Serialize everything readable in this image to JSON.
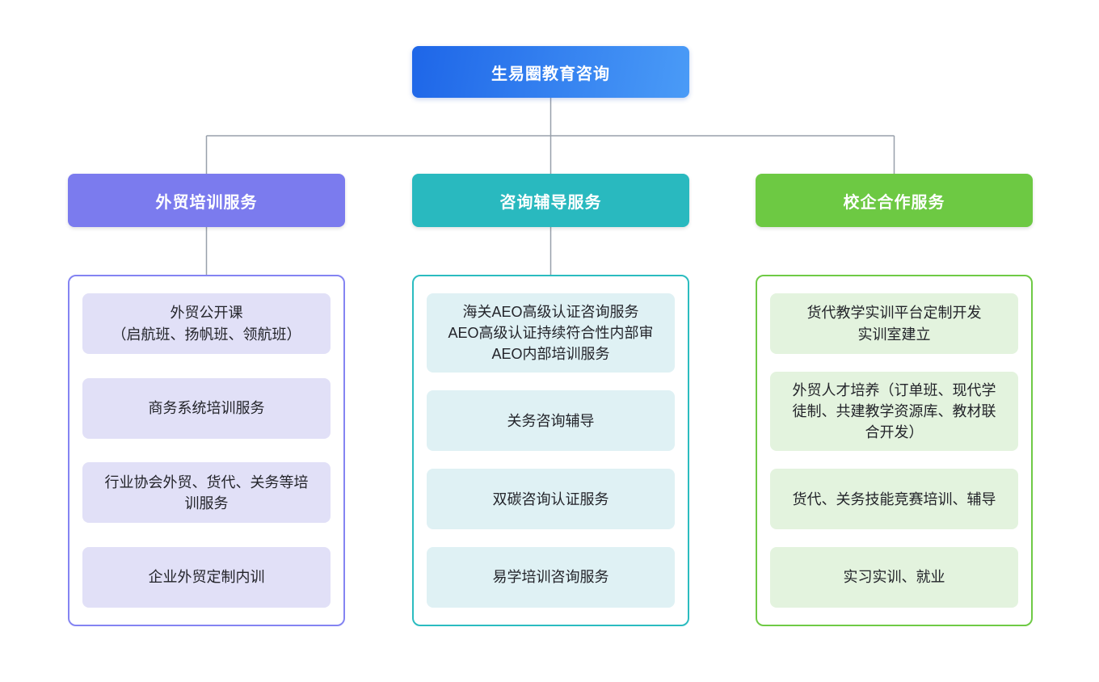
{
  "root": {
    "label": "生易圈教育咨询"
  },
  "root_gradient": {
    "from": "#1E66E8",
    "to": "#4A9BF7"
  },
  "connector_color": "#98A0AB",
  "branches": [
    {
      "id": "foreign-trade-training",
      "label": "外贸培训服务",
      "header_color": "#7B7BEE",
      "border_color": "#8484F2",
      "item_bg": "#E1E0F7",
      "items": [
        "外贸公开课\n（启航班、扬帆班、领航班）",
        "商务系统培训服务",
        "行业协会外贸、货代、关务等培训服务",
        "企业外贸定制内训"
      ]
    },
    {
      "id": "consulting-coaching",
      "label": "咨询辅导服务",
      "header_color": "#29B9BF",
      "border_color": "#2BBCC0",
      "item_bg": "#DFF1F4",
      "items": [
        "海关AEO高级认证咨询服务\nAEO高级认证持续符合性内部审\nAEO内部培训服务",
        "关务咨询辅导",
        "双碳咨询认证服务",
        "易学培训咨询服务"
      ]
    },
    {
      "id": "school-enterprise",
      "label": "校企合作服务",
      "header_color": "#6DC943",
      "border_color": "#6FCA45",
      "item_bg": "#E3F3DE",
      "items": [
        "货代教学实训平台定制开发\n实训室建立",
        "外贸人才培养（订单班、现代学徒制、共建教学资源库、教材联合开发）",
        "货代、关务技能竞赛培训、辅导",
        "实习实训、就业"
      ]
    }
  ]
}
